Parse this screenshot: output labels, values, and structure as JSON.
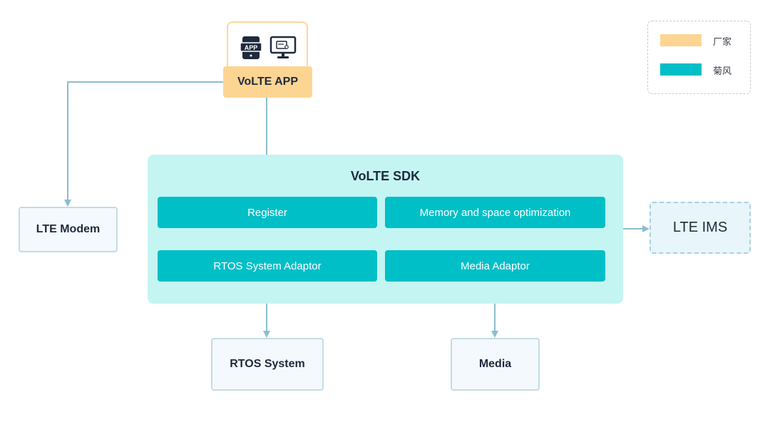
{
  "app": {
    "label": "VoLTE APP",
    "phone_icon_text": "APP"
  },
  "sdk": {
    "title": "VoLTE SDK",
    "modules": {
      "register": "Register",
      "memory": "Memory and space optimization",
      "rtos_adaptor": "RTOS System Adaptor",
      "media_adaptor": "Media Adaptor"
    }
  },
  "external": {
    "lte_modem": "LTE Modem",
    "lte_ims": "LTE IMS",
    "rtos_system": "RTOS System",
    "media": "Media"
  },
  "legend": {
    "items": [
      {
        "label": "厂家",
        "color": "#fdd593"
      },
      {
        "label": "菊风",
        "color": "#00bfc7"
      }
    ]
  },
  "colors": {
    "arrow": "#8cbdd0"
  }
}
